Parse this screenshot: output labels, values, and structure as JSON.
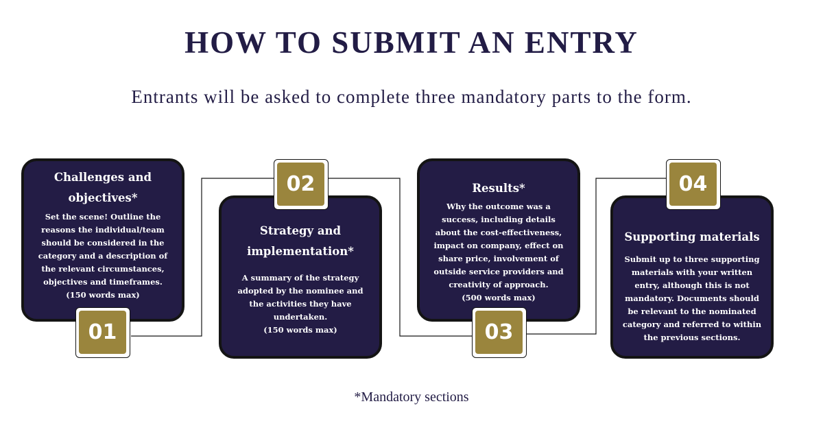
{
  "header": {
    "title": "HOW TO SUBMIT AN ENTRY",
    "subtitle": "Entrants will be asked to complete three mandatory parts to the form."
  },
  "steps": [
    {
      "number": "01",
      "title": "Challenges and objectives*",
      "body": "Set the scene! Outline the reasons the individual/team should be considered in the category and a description of the relevant circumstances, objectives and timeframes.",
      "limit": "(150 words max)"
    },
    {
      "number": "02",
      "title": "Strategy and implementation*",
      "body": "A summary of the strategy adopted by the nominee and the activities they have undertaken.",
      "limit": "(150 words max)"
    },
    {
      "number": "03",
      "title": "Results*",
      "body": "Why the outcome was a success, including details about the cost-effectiveness, impact on company, effect on share price, involvement of outside service providers and creativity of approach.",
      "limit": "(500 words max)"
    },
    {
      "number": "04",
      "title": "Supporting materials",
      "body": "Submit up to three supporting materials with your written entry, although this is not mandatory. Documents should be relevant to the nominated category and referred to within the previous sections.",
      "limit": ""
    }
  ],
  "footer": {
    "note": "*Mandatory sections"
  },
  "colors": {
    "navy": "#231c45",
    "gold": "#9a853d",
    "title_text": "#221c45"
  }
}
